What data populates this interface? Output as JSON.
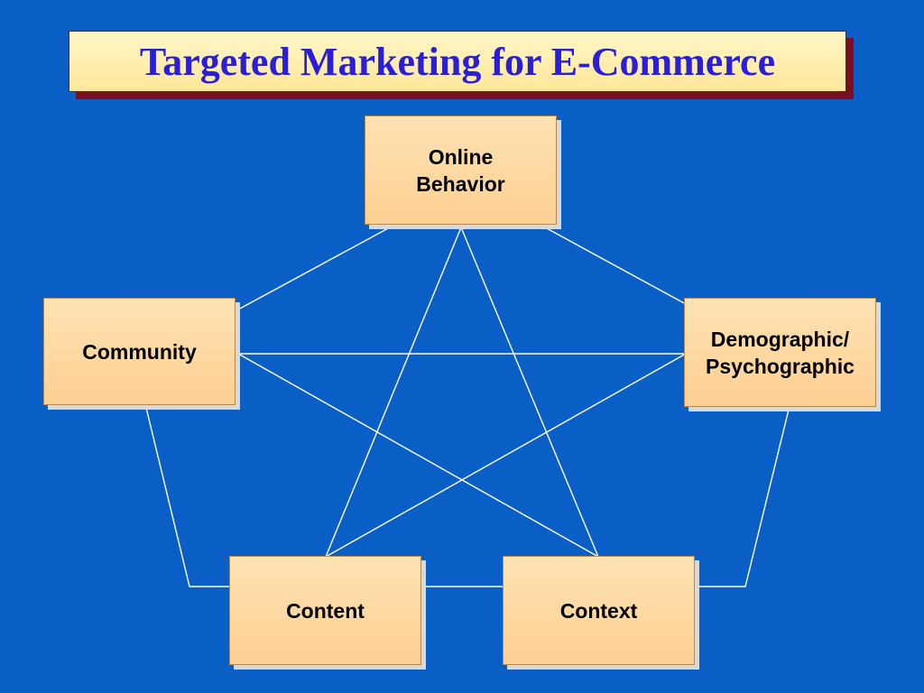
{
  "slide": {
    "title": "Targeted Marketing for E-Commerce",
    "background_color": "#0a5fc7",
    "title_text_color": "#2b1fd6",
    "title_box_color": "#fff2b8",
    "title_shadow_color": "#7a0f24",
    "node_color": "#fdd8a3",
    "connector_color": "#ffffff"
  },
  "nodes": {
    "online_behavior": {
      "line1": "Online",
      "line2": "Behavior"
    },
    "community": {
      "line1": "Community"
    },
    "demographic": {
      "line1": "Demographic/",
      "line2": "Psychographic"
    },
    "content": {
      "line1": "Content"
    },
    "context": {
      "line1": "Context"
    }
  }
}
